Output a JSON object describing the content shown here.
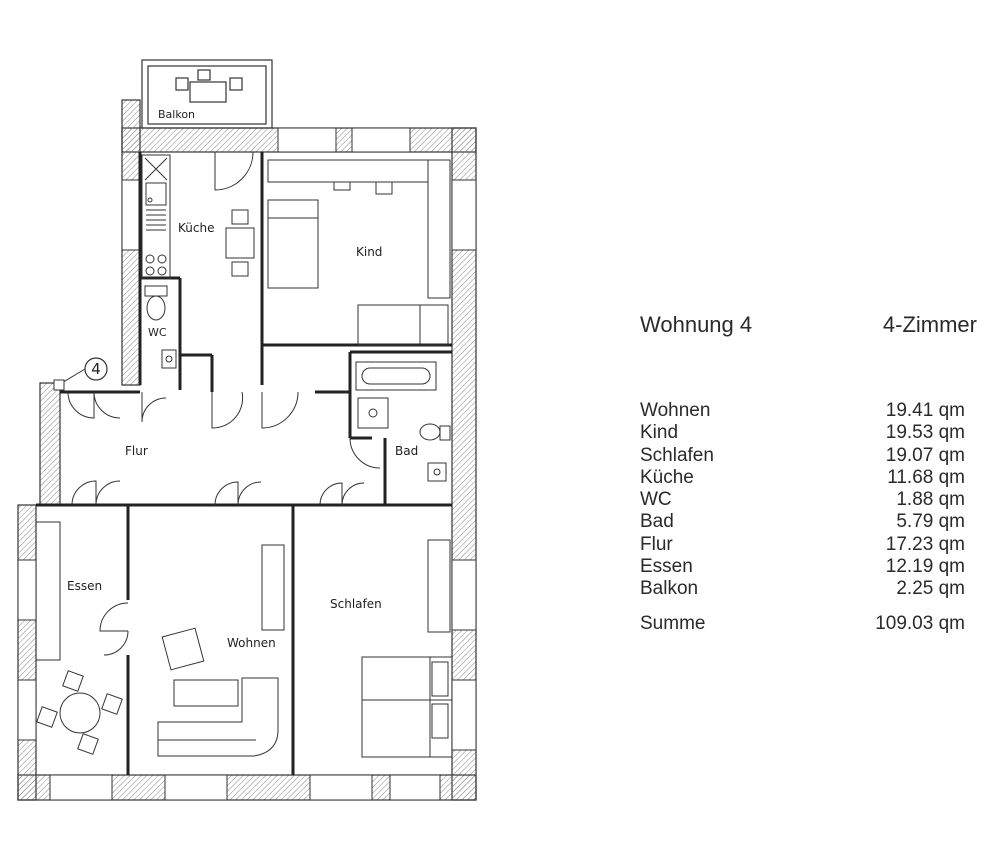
{
  "plan": {
    "rooms": {
      "balkon": "Balkon",
      "kueche": "Küche",
      "kind": "Kind",
      "wc": "WC",
      "flur": "Flur",
      "bad": "Bad",
      "essen": "Essen",
      "wohnen": "Wohnen",
      "schlafen": "Schlafen"
    },
    "unit_marker": "4"
  },
  "legend": {
    "title": "Wohnung 4",
    "type": "4-Zimmer",
    "rooms": [
      {
        "name": "Wohnen",
        "area": "19.41 qm"
      },
      {
        "name": "Kind",
        "area": "19.53 qm"
      },
      {
        "name": "Schlafen",
        "area": "19.07 qm"
      },
      {
        "name": "Küche",
        "area": "11.68 qm"
      },
      {
        "name": "WC",
        "area": "1.88 qm"
      },
      {
        "name": "Bad",
        "area": "5.79 qm"
      },
      {
        "name": "Flur",
        "area": "17.23 qm"
      },
      {
        "name": "Essen",
        "area": "12.19 qm"
      },
      {
        "name": "Balkon",
        "area": "2.25 qm"
      }
    ],
    "total_label": "Summe",
    "total_area": "109.03 qm"
  }
}
